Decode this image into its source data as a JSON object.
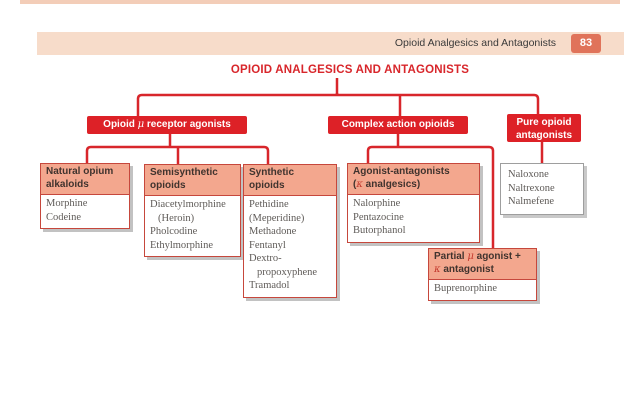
{
  "window": {
    "band_title": "Opioid Analgesics and Antagonists",
    "page_number": "83"
  },
  "diagram": {
    "title": "OPIOID ANALGESICS AND ANTAGONISTS",
    "level1": {
      "mu_agonists": {
        "pre": "Opioid ",
        "greek": "μ",
        "post": " receptor agonists"
      },
      "complex": {
        "label": "Complex action opioids"
      },
      "pure_antagonists": {
        "line1": "Pure opioid",
        "line2": "antagonists"
      }
    },
    "boxes": {
      "natural": {
        "header_line1": "Natural opium",
        "header_line2": "alkaloids",
        "items": [
          "Morphine",
          "Codeine"
        ]
      },
      "semisynthetic": {
        "header_line1": "Semisynthetic",
        "header_line2": "opioids",
        "items": [
          "Diacetylmorphine",
          "(Heroin)",
          "Pholcodine",
          "Ethylmorphine"
        ]
      },
      "synthetic": {
        "header_line1": "Synthetic",
        "header_line2": "opioids",
        "items": [
          "Pethidine",
          "(Meperidine)",
          "Methadone",
          "Fentanyl",
          "Dextro-",
          "propoxyphene",
          "Tramadol"
        ]
      },
      "agonist_antagonists": {
        "header_line1": "Agonist-antagonists",
        "h2_pre": "(",
        "h2_greek": "κ",
        "h2_post": " analgesics)",
        "items": [
          "Nalorphine",
          "Pentazocine",
          "Butorphanol"
        ]
      },
      "partial": {
        "h1_pre": "Partial ",
        "h1_greek": "μ",
        "h1_post": " agonist +",
        "h2_greek": "κ",
        "h2_post": " antagonist",
        "items": [
          "Buprenorphine"
        ]
      },
      "pure_list": {
        "items": [
          "Naloxone",
          "Naltrexone",
          "Nalmefene"
        ]
      }
    }
  },
  "colors": {
    "red_box": "#dd2127",
    "title_red": "#d8262b",
    "band_bg": "#f7dcca",
    "top_strip": "#f3cdb8",
    "page_box": "#e0735a",
    "salmon_header": "#f3a78e",
    "sub_border": "#c6473c",
    "body_text": "#5f5b58",
    "header_text": "#40332e"
  }
}
